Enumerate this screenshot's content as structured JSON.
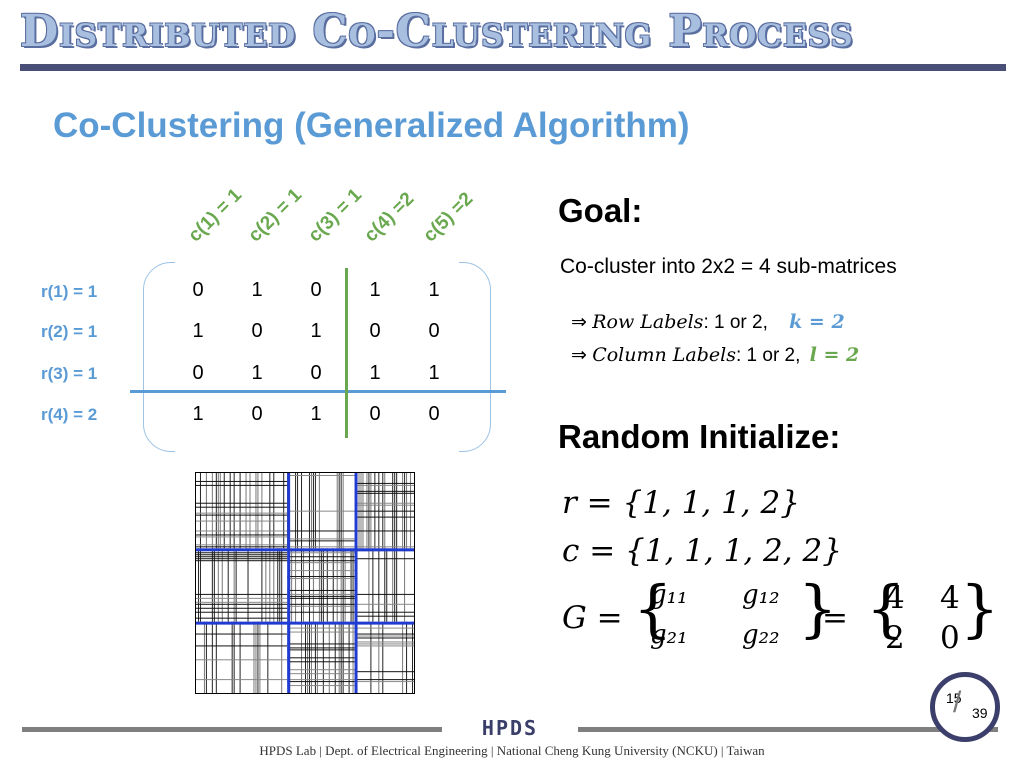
{
  "title": "Distributed Co-Clustering Process",
  "subtitle": "Co-Clustering (Generalized Algorithm)",
  "matrix": {
    "column_labels": [
      "c(1) = 1",
      "c(2) = 1",
      "c(3) = 1",
      "c(4) =2",
      "c(5) =2"
    ],
    "row_labels": [
      "r(1) = 1",
      "r(2) = 1",
      "r(3) = 1",
      "r(4) = 2"
    ],
    "rows": [
      [
        "0",
        "1",
        "0",
        "1",
        "1"
      ],
      [
        "1",
        "0",
        "1",
        "0",
        "0"
      ],
      [
        "0",
        "1",
        "0",
        "1",
        "1"
      ],
      [
        "1",
        "0",
        "1",
        "0",
        "0"
      ]
    ]
  },
  "goal": {
    "heading": "Goal:",
    "text": "Co-cluster into 2x2 = 4 sub-matrices",
    "row_labels_prefix": "⇒ ",
    "row_labels_name": "Row Labels",
    "row_labels_text": ": 1 or 2,",
    "row_labels_var": "k = 2",
    "col_labels_prefix": "⇒ ",
    "col_labels_name": "Column Labels",
    "col_labels_text": ": 1 or 2,",
    "col_labels_var": "l = 2"
  },
  "random_init": {
    "heading": "Random Initialize:",
    "r_eq": "r =  {1, 1, 1, 2}",
    "c_eq": "c =  {1, 1, 1, 2, 2}",
    "g_lhs": "G =",
    "g_matrix": [
      [
        "g₁₁",
        "g₁₂"
      ],
      [
        "g₂₁",
        "g₂₂"
      ]
    ],
    "g_equals": "=",
    "g_values": [
      [
        "4",
        "4"
      ],
      [
        "2",
        "0"
      ]
    ]
  },
  "colors": {
    "blue": "#5b9bd5",
    "green": "#6aa84f",
    "navy": "#4a4f78"
  },
  "footer": {
    "logo": "HPDS",
    "text": "HPDS Lab   |   Dept. of Electrical Engineering   |   National Cheng Kung University (NCKU)   |   Taiwan"
  },
  "page": {
    "current": "15",
    "total": "39"
  }
}
